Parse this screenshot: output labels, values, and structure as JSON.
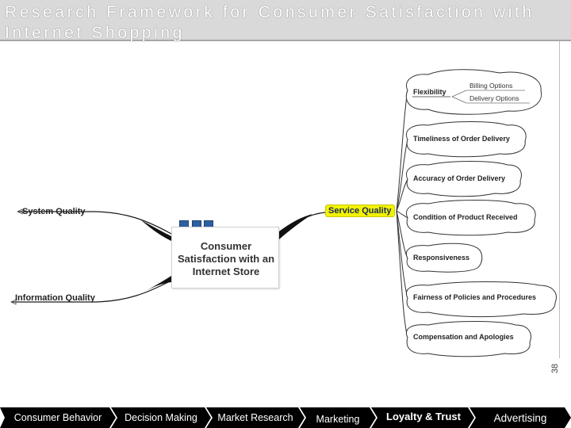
{
  "title": "Research Framework for Consumer Satisfaction with\nInternet Shopping",
  "diagram": {
    "center": "Consumer\nSatisfaction with an\nInternet Store",
    "left_branches": [
      "System Quality",
      "Information Quality"
    ],
    "right_branch": "Service Quality",
    "service_children": [
      "Flexibility",
      "Timeliness of Order Delivery",
      "Accuracy of Order Delivery",
      "Condition of Product Received",
      "Responsiveness",
      "Fairness of Policies and Procedures",
      "Compensation and Apologies"
    ],
    "flexibility_children": [
      "Billing Options",
      "Delivery Options"
    ]
  },
  "page_number": "38",
  "nav": {
    "items": [
      "Consumer Behavior",
      "Decision Making",
      "Market Research",
      "Marketing",
      "Loyalty & Trust",
      "Advertising"
    ],
    "active_index": 4
  },
  "colors": {
    "nav_background": "#000000",
    "service_highlight": "#f2f200",
    "center_icon": "#2e5fa3",
    "title_bar": "#d9d9d9"
  }
}
